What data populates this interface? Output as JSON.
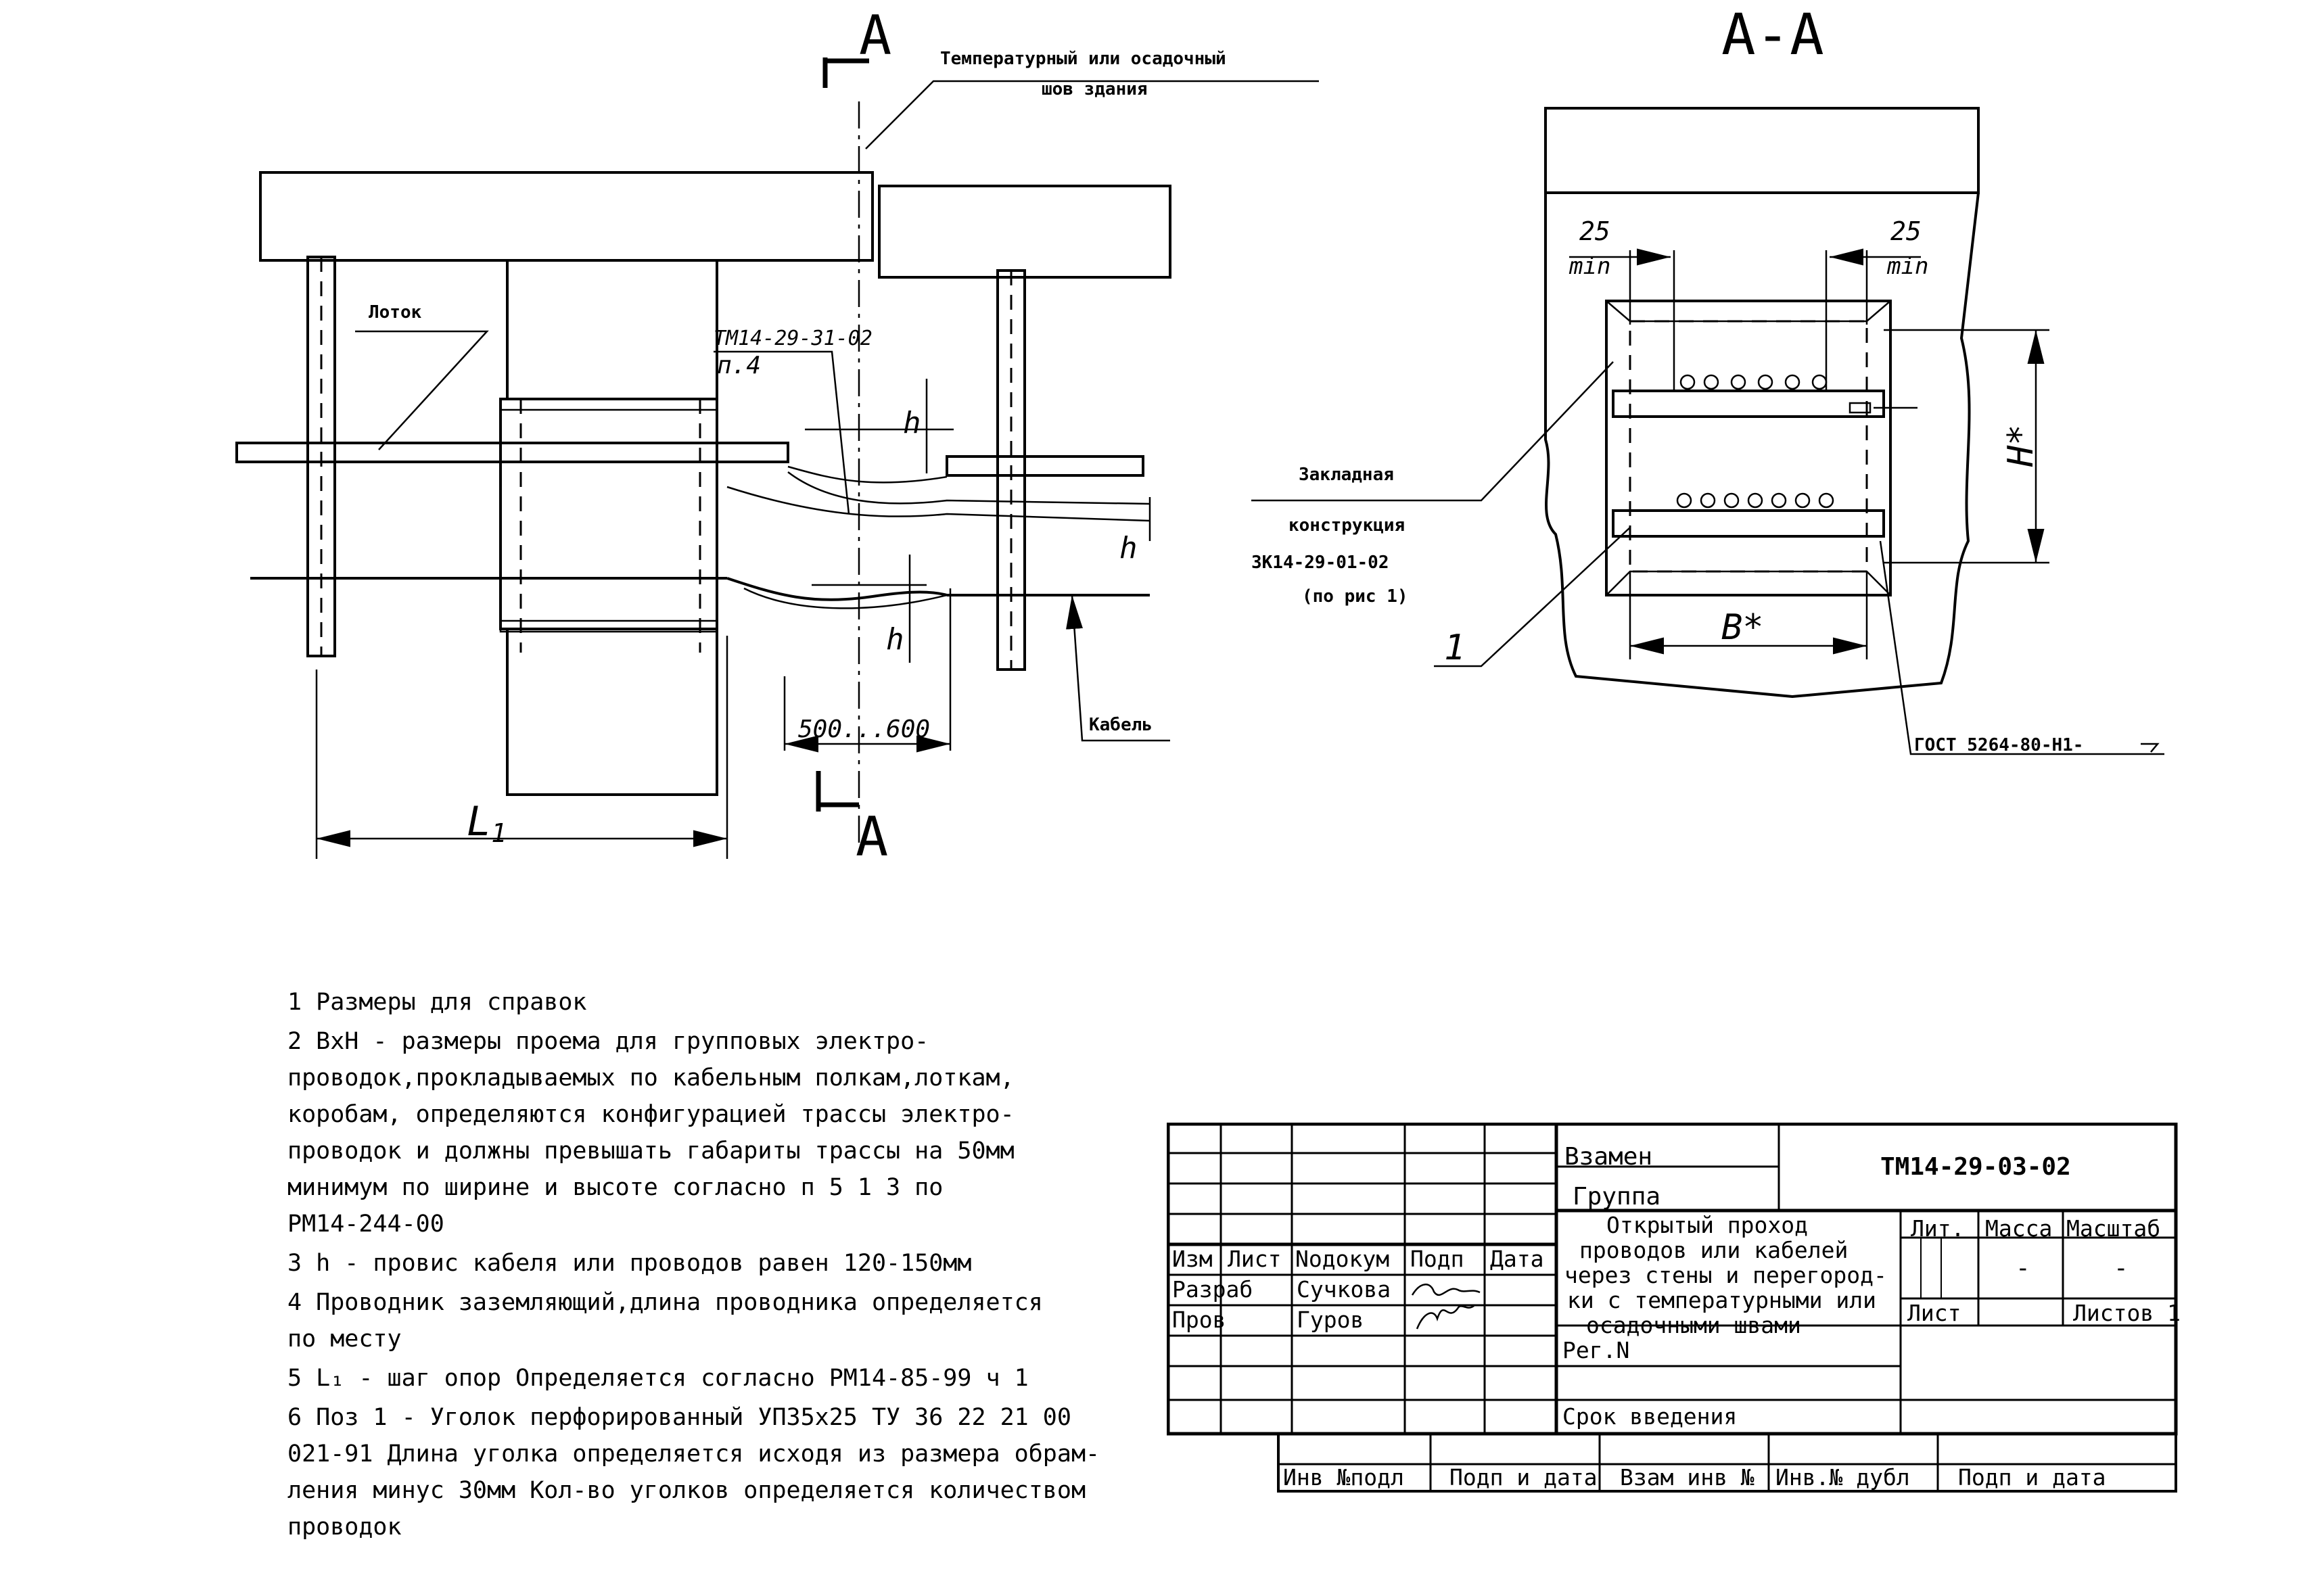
{
  "drawing": {
    "plan": {
      "section_mark": "А",
      "joint_label": [
        "Температурный или осадочный",
        "шов здания"
      ],
      "tray_label": "Лоток",
      "ref_doc": "ТМ14-29-31-02",
      "ref_item": "п.4",
      "sag_label": "h",
      "dim_span": "500...600",
      "cable_label": "Кабель",
      "dim_l1": "L",
      "dim_l1_sub": "1"
    },
    "section": {
      "title": "А-А",
      "dim_left_value": "25",
      "dim_left_unit": "min",
      "dim_right_value": "25",
      "dim_right_unit": "min",
      "embed_label": [
        "Закладная",
        "конструкция",
        "ЗК14-29-01-02",
        "(по рис 1)"
      ],
      "pos_label": "1",
      "dim_h": "H*",
      "dim_b": "B*",
      "gost_label": "ГОСТ 5264-80-Н1-"
    }
  },
  "notes": [
    "1  Размеры для справок",
    "2  ВхН -  размеры  проема  для  групповых электро-\nпроводок,прокладываемых по кабельным полкам,лоткам,\nкоробам, определяются конфигурацией трассы электро-\nпроводок и должны превышать габариты трассы на 50мм\nминимум по ширине и высоте согласно п 5 1 3 по\nРМ14-244-00",
    "3  h - провис кабеля или проводов равен 120-150мм",
    "4 Проводник заземляющий,длина проводника определяется\nпо месту",
    "5  L₁ - шаг опор Определяется согласно РМ14-85-99 ч 1",
    "6  Поз 1 - Уголок перфорированный УП35х25 ТУ 36 22 21 00\n021-91 Длина уголка определяется исходя из размера обрам-\nления минус 30мм   Кол-во уголков определяется количеством\nпроводок"
  ],
  "title_block": {
    "vzamen": "Взамен",
    "gruppa": "Группа",
    "code": "ТМ14-29-03-02",
    "title": [
      "Открытый проход",
      "проводов или кабелей",
      "через стены и перегород-",
      "ки с температурными или",
      "осадочными швами"
    ],
    "headers": [
      "Изм",
      "Лист",
      "Nодокум",
      "Подп",
      "Дата"
    ],
    "rows": [
      {
        "role": "Разраб",
        "name": "Сучкова"
      },
      {
        "role": "Пров",
        "name": "Гуров"
      }
    ],
    "lit_label": "Лит.",
    "mass_label": "Масса",
    "scale_label": "Масштаб",
    "mass_value": "-",
    "scale_value": "-",
    "sheet_label": "Лист",
    "sheets_label": "Листов 1",
    "reg_label": "Рег.N",
    "srok_label": "Срок введения",
    "footer": [
      "Инв №подл",
      "Подп и дата",
      "Взам инв №",
      "Инв.№ дубл",
      "Подп и дата"
    ]
  }
}
